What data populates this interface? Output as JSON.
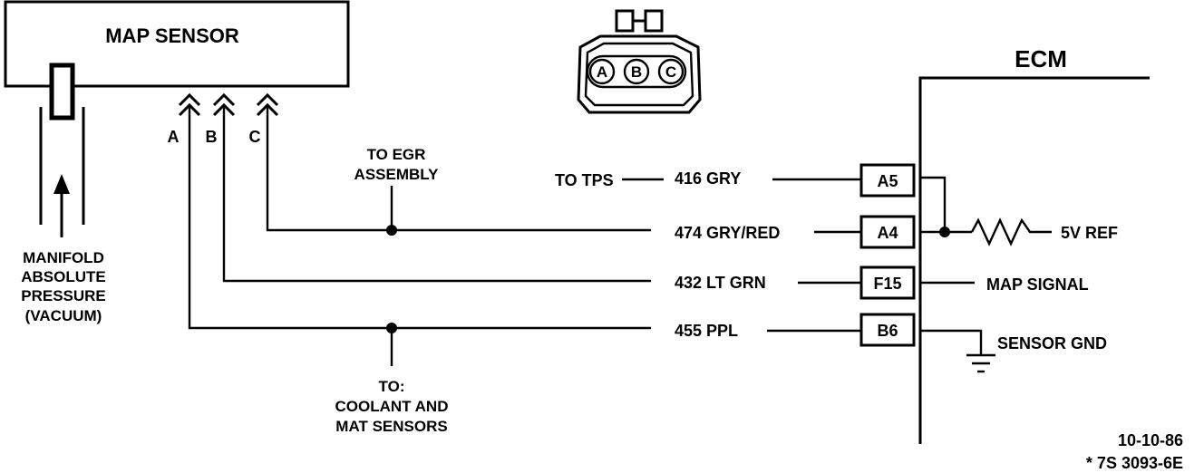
{
  "sensor": {
    "title": "MAP SENSOR",
    "pins": [
      "A",
      "B",
      "C"
    ]
  },
  "vacuum_label": [
    "MANIFOLD",
    "ABSOLUTE",
    "PRESSURE",
    "(VACUUM)"
  ],
  "connector": {
    "cavities": [
      "A",
      "B",
      "C"
    ]
  },
  "ecm": {
    "title": "ECM"
  },
  "egr_label": [
    "TO EGR",
    "ASSEMBLY"
  ],
  "tps_label": "TO TPS",
  "coolant_label": [
    "TO:",
    "COOLANT  AND",
    "MAT SENSORS"
  ],
  "wires": [
    {
      "circuit": "416  GRY",
      "terminal": "A5",
      "function": "5V REF"
    },
    {
      "circuit": "474  GRY/RED",
      "terminal": "A4",
      "function": ""
    },
    {
      "circuit": "432  LT GRN",
      "terminal": "F15",
      "function": "MAP SIGNAL"
    },
    {
      "circuit": "455  PPL",
      "terminal": "B6",
      "function": "SENSOR GND"
    }
  ],
  "footer": {
    "date": "10-10-86",
    "code": "* 7S 3093-6E"
  }
}
